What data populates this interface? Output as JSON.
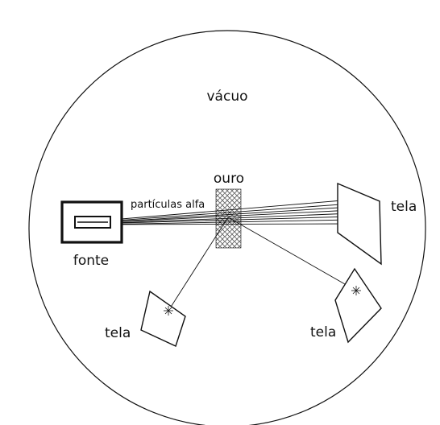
{
  "labels": {
    "vacuum": "vácuo",
    "gold": "ouro",
    "alpha": "partículas alfa",
    "source": "fonte",
    "screen_right": "tela",
    "screen_bottom_left": "tela",
    "screen_bottom_right": "tela"
  },
  "colors": {
    "ink": "#111111",
    "background": "#ffffff"
  }
}
